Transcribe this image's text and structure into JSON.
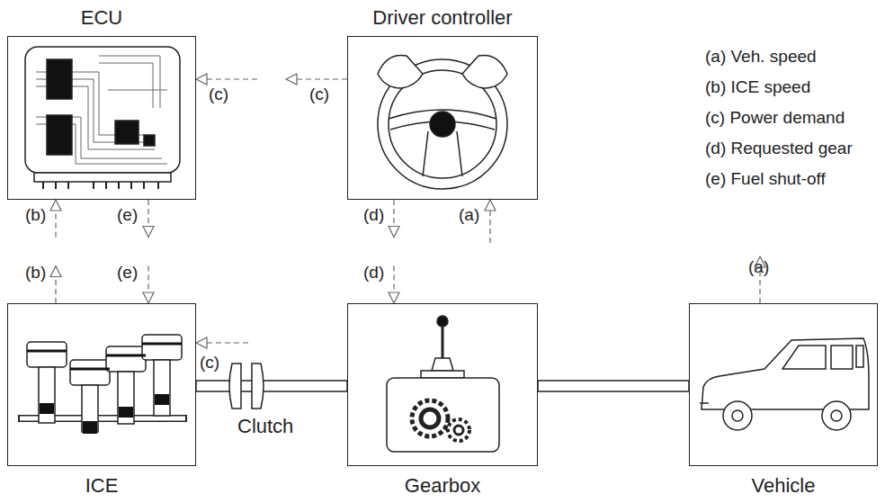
{
  "diagram": {
    "nodes": [
      {
        "text": [
          "ECU"
        ]
      },
      {
        "text": [
          "Driver controller"
        ]
      },
      {
        "text": [
          "ICE"
        ]
      },
      {
        "text": [
          "Gearbox"
        ]
      },
      {
        "text": [
          "Vehicle"
        ]
      }
    ],
    "edges": [
      {
        "from": 1,
        "to": 0,
        "arrow": "to",
        "label": "(c)"
      },
      {
        "from": 2,
        "to": 0,
        "arrow": "to",
        "label": "(b)"
      },
      {
        "from": 0,
        "to": 2,
        "arrow": "to",
        "label": "(e)"
      },
      {
        "from": 1,
        "to": 3,
        "arrow": "to",
        "label": "(d)"
      },
      {
        "from": 2,
        "to": 3,
        "arrow": "none"
      },
      {
        "from": 3,
        "to": 4,
        "arrow": "none"
      }
    ],
    "labels": [
      "(c)",
      "(b)",
      "(e)",
      "(d)",
      "(a)",
      "(a)",
      "(c)",
      "Clutch",
      "(a) Veh. speed",
      "(b) ICE speed",
      "(c) Power demand",
      "(d) Requested gear",
      "(e) Fuel shut-off"
    ]
  }
}
